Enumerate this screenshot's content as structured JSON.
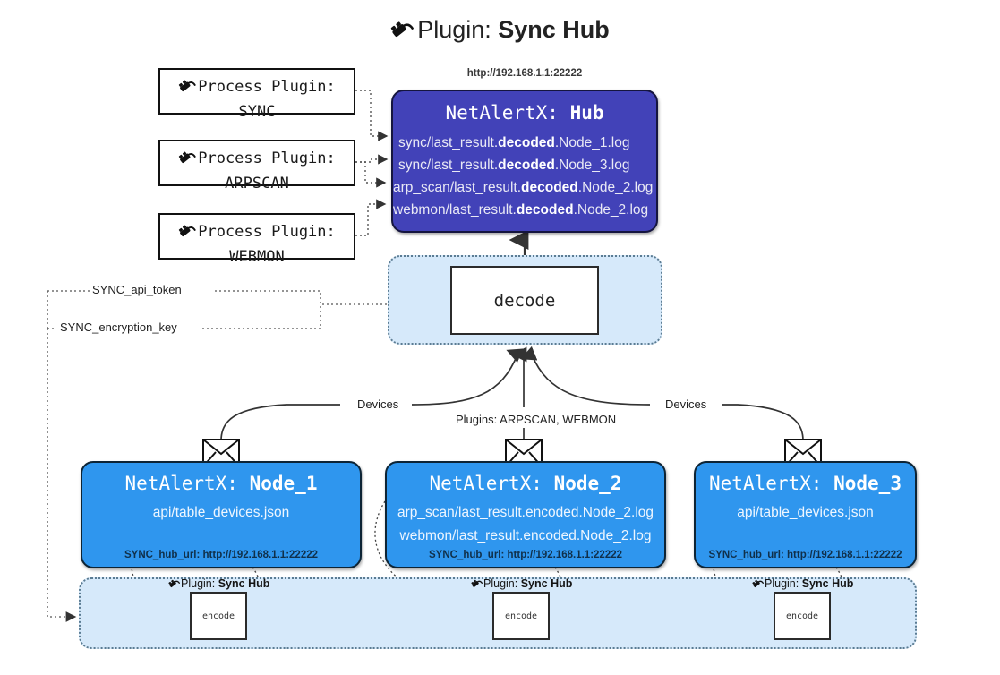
{
  "title": {
    "icon": "plug-icon",
    "prefix": "Plugin:",
    "name": "Sync Hub"
  },
  "process_plugins": [
    {
      "icon": "plug-icon",
      "line1": "Process Plugin:",
      "line2": "SYNC"
    },
    {
      "icon": "plug-icon",
      "line1": "Process Plugin:",
      "line2": "ARPSCAN"
    },
    {
      "icon": "plug-icon",
      "line1": "Process Plugin:",
      "line2": "WEBMON"
    }
  ],
  "hub": {
    "url": "http://192.168.1.1:22222",
    "title_prefix": "NetAlertX:",
    "title_name": "Hub",
    "color": "#4242b8",
    "logs": [
      {
        "pre": "sync/last_result.",
        "em": "decoded",
        "post": ".Node_1.log"
      },
      {
        "pre": "sync/last_result.",
        "em": "decoded",
        "post": ".Node_3.log"
      },
      {
        "pre": "arp_scan/last_result.",
        "em": "decoded",
        "post": ".Node_2.log"
      },
      {
        "pre": "webmon/last_result.",
        "em": "decoded",
        "post": ".Node_2.log"
      }
    ]
  },
  "decode": {
    "label": "decode",
    "group_color": "#d6e9fa"
  },
  "secrets": [
    {
      "label": "SYNC_api_token"
    },
    {
      "label": "SYNC_encryption_key"
    }
  ],
  "edge_labels": {
    "devices_left": "Devices",
    "plugins_center": "Plugins: ARPSCAN, WEBMON",
    "devices_right": "Devices"
  },
  "nodes": [
    {
      "title_prefix": "NetAlertX:",
      "title_name": "Node_1",
      "color": "#2f96ee",
      "lines": [
        "api/table_devices.json"
      ],
      "footer": "SYNC_hub_url: http://192.168.1.1:22222",
      "mail_icon": "envelope-icon"
    },
    {
      "title_prefix": "NetAlertX:",
      "title_name": "Node_2",
      "color": "#2f96ee",
      "lines": [
        "arp_scan/last_result.encoded.Node_2.log",
        "webmon/last_result.encoded.Node_2.log"
      ],
      "footer": "SYNC_hub_url: http://192.168.1.1:22222",
      "mail_icon": "envelope-icon"
    },
    {
      "title_prefix": "NetAlertX:",
      "title_name": "Node_3",
      "color": "#2f96ee",
      "lines": [
        "api/table_devices.json"
      ],
      "footer": "SYNC_hub_url: http://192.168.1.1:22222",
      "mail_icon": "envelope-icon"
    }
  ],
  "encoders": [
    {
      "caption_prefix": "Plugin:",
      "caption_name": "Sync Hub",
      "label": "encode",
      "icon": "plug-icon"
    },
    {
      "caption_prefix": "Plugin:",
      "caption_name": "Sync Hub",
      "label": "encode",
      "icon": "plug-icon"
    },
    {
      "caption_prefix": "Plugin:",
      "caption_name": "Sync Hub",
      "label": "encode",
      "icon": "plug-icon"
    }
  ]
}
